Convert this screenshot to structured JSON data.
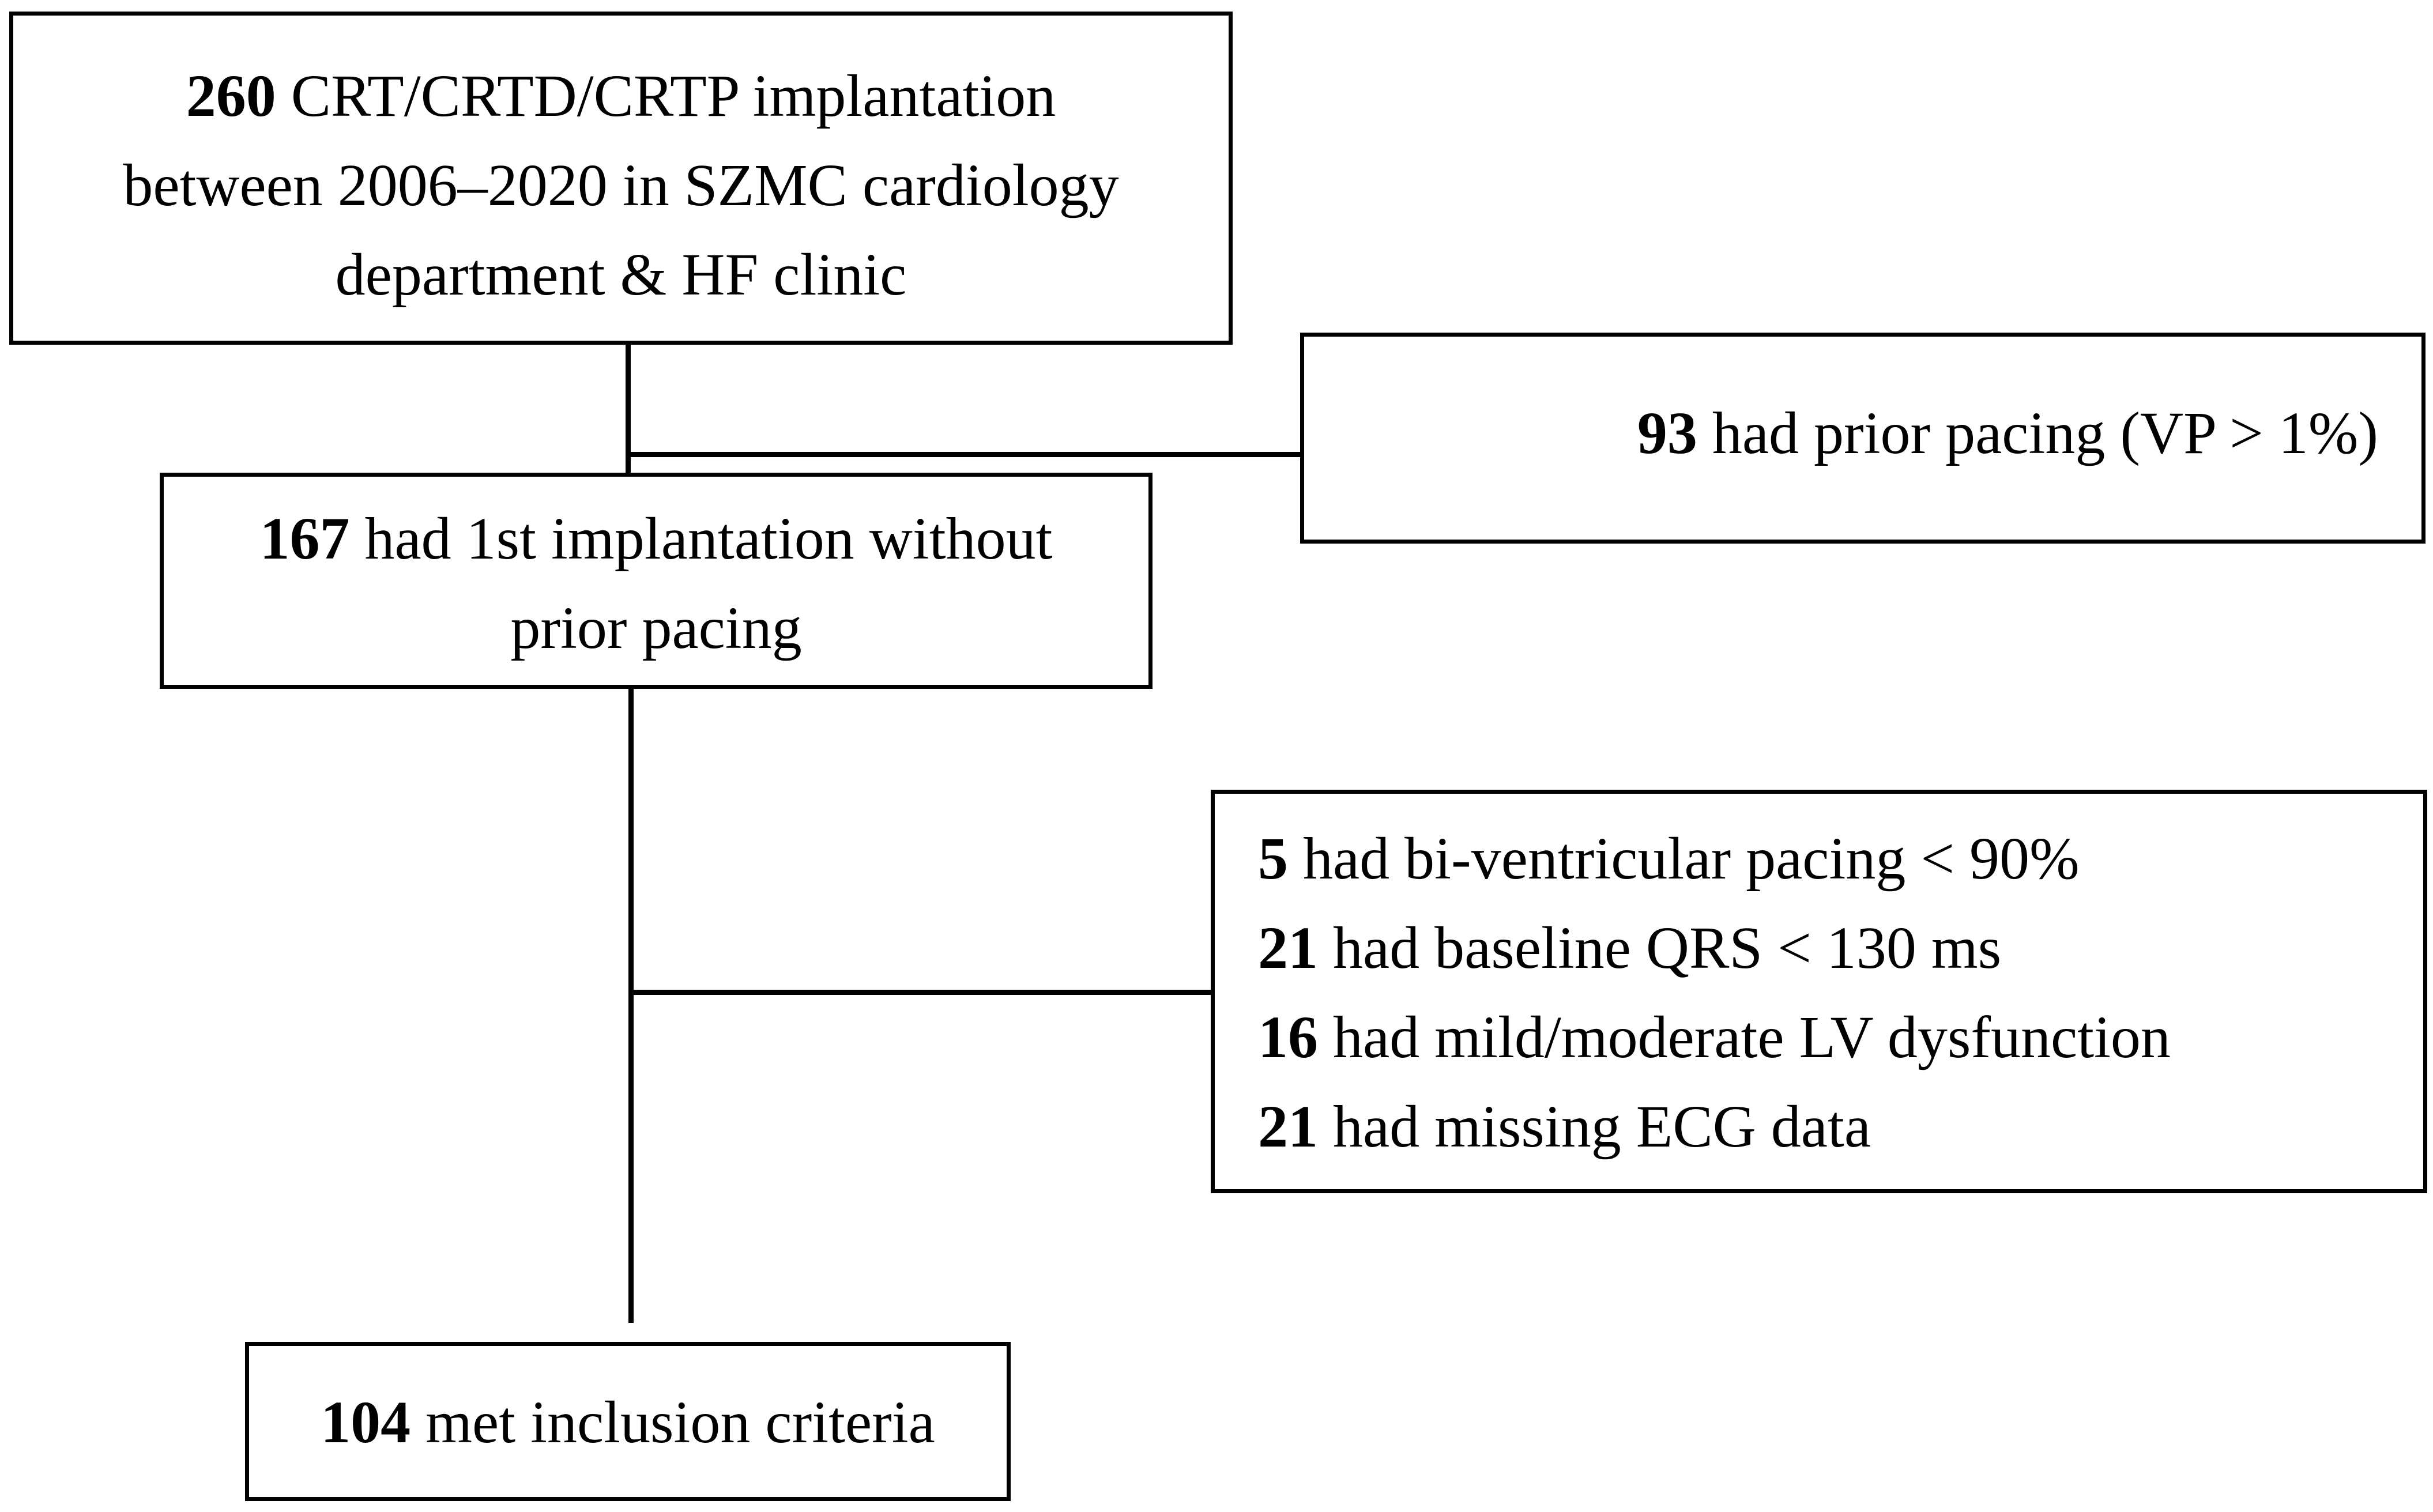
{
  "boxes": {
    "total": {
      "count": "260",
      "lines": [
        " CRT/CRTD/CRTP implantation",
        "between 2006–2020 in SZMC cardiology",
        "department & HF clinic"
      ]
    },
    "excluded_prior": {
      "count": "93",
      "text": " had prior pacing (VP > 1%)"
    },
    "first_implant": {
      "count": "167",
      "lines": [
        " had 1st implantation without",
        "prior pacing"
      ]
    },
    "excluded_criteria": {
      "items": [
        {
          "count": "5",
          "text": " had bi-ventricular pacing < 90%"
        },
        {
          "count": "21",
          "text": " had baseline QRS < 130 ms"
        },
        {
          "count": "16",
          "text": " had mild/moderate LV dysfunction"
        },
        {
          "count": "21",
          "text": " had missing ECG data"
        }
      ]
    },
    "included": {
      "count": "104",
      "text": " met inclusion criteria"
    }
  }
}
